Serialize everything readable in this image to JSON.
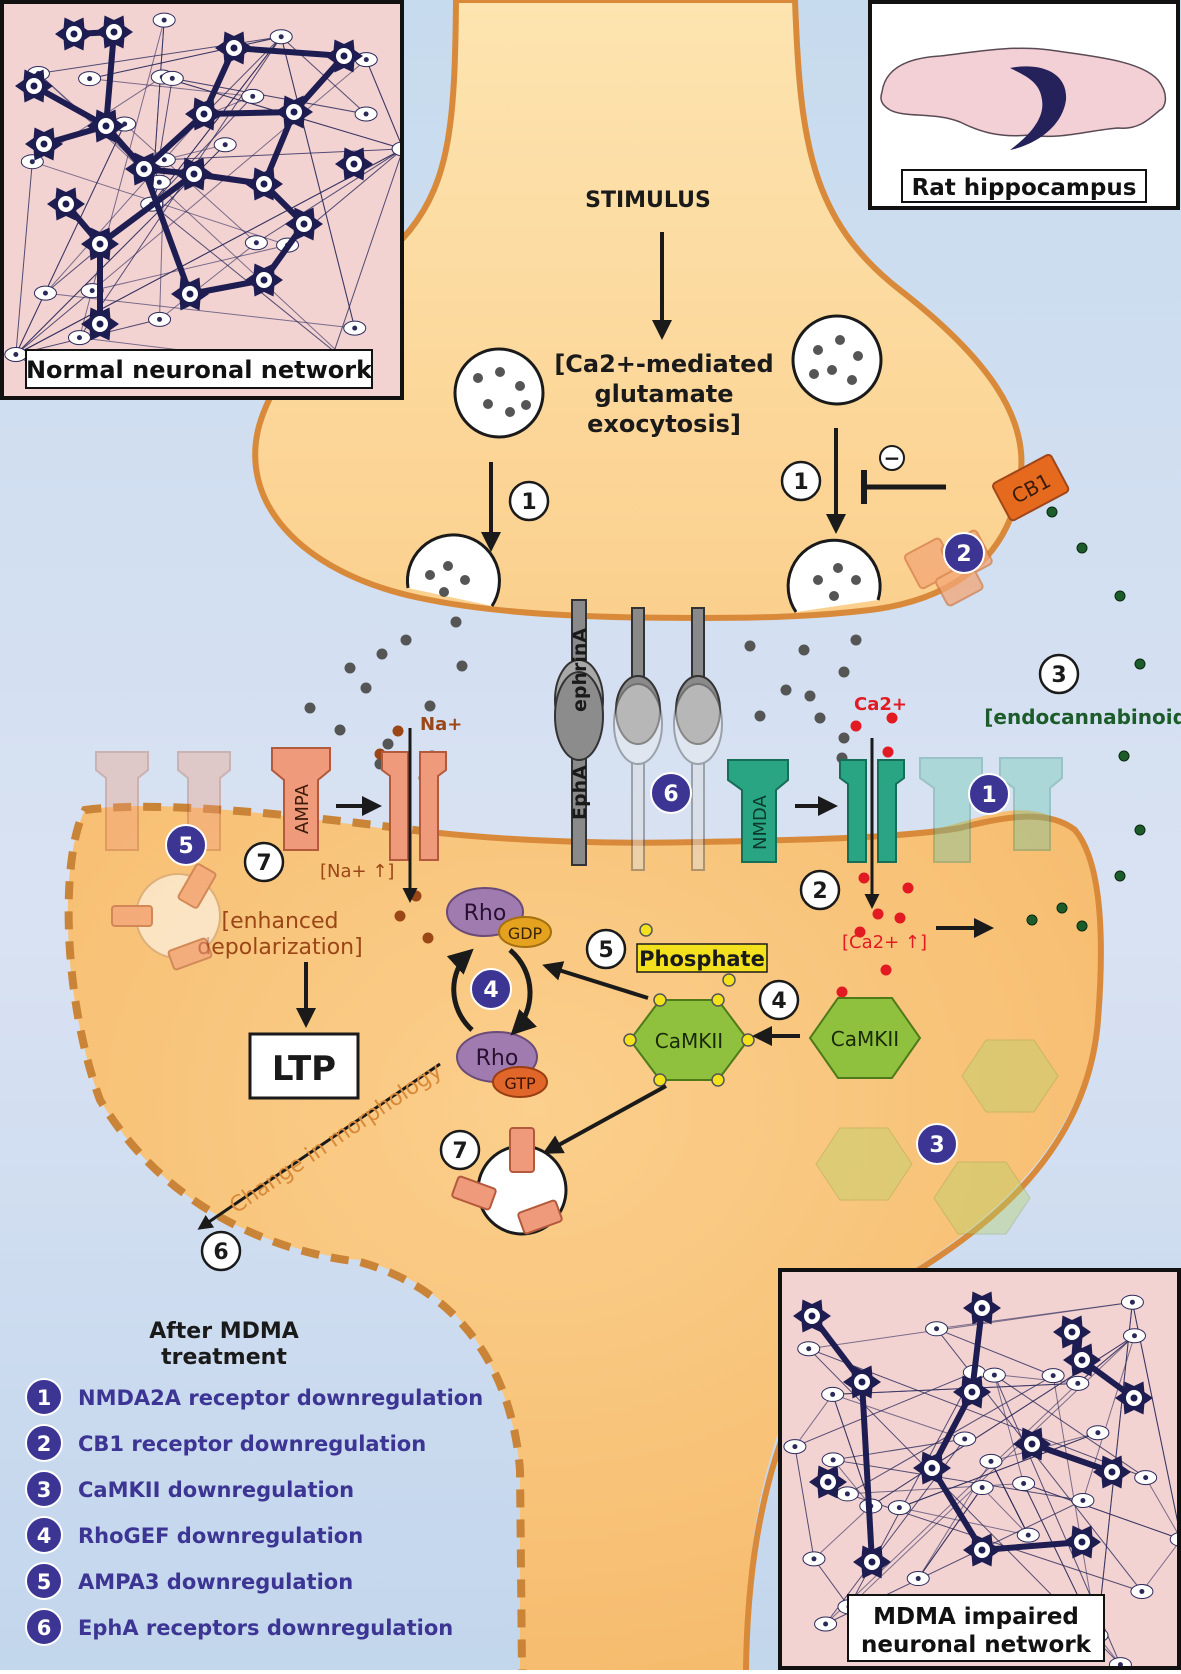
{
  "insets": {
    "normal_label": "Normal neuronal network",
    "rat_label": "Rat hippocampus",
    "mdma_label_line1": "MDMA impaired",
    "mdma_label_line2": "neuronal network"
  },
  "presynaptic": {
    "stimulus": "STIMULUS",
    "exocytosis_line1": "[Ca2+-mediated",
    "exocytosis_line2": "glutamate",
    "exocytosis_line3": "exocytosis]",
    "cb1": "CB1",
    "inhibit_sign": "−",
    "endocannabinoids": "[endocannabinoids ↑]"
  },
  "receptors": {
    "ampa": "AMPA",
    "nmda": "NMDA",
    "epha": "EphA",
    "ephrina": "ephrinA"
  },
  "ions": {
    "na": "Na+",
    "ca": "Ca2+",
    "na_up": "[Na+ ↑]",
    "ca_up": "[Ca2+ ↑]"
  },
  "postsynaptic": {
    "depol_line1": "[enhanced",
    "depol_line2": "depolarization]",
    "ltp": "LTP",
    "rho": "Rho",
    "gdp": "GDP",
    "gtp": "GTP",
    "phosphate": "Phosphate",
    "camkii": "CaMKII",
    "morphology": "Change in morphology"
  },
  "steps_white": [
    "1",
    "2",
    "3",
    "4",
    "5",
    "6",
    "7"
  ],
  "steps_purple": [
    "1",
    "2",
    "3",
    "4",
    "5",
    "6"
  ],
  "legend": {
    "title_line1": "After MDMA",
    "title_line2": "treatment",
    "items": [
      {
        "num": "1",
        "text": "NMDA2A receptor downregulation"
      },
      {
        "num": "2",
        "text": "CB1 receptor downregulation"
      },
      {
        "num": "3",
        "text": "CaMKII downregulation"
      },
      {
        "num": "4",
        "text": "RhoGEF downregulation"
      },
      {
        "num": "5",
        "text": "AMPA3 downregulation"
      },
      {
        "num": "6",
        "text": "EphA receptors downregulation"
      }
    ]
  },
  "colors": {
    "background": "#c9dcef",
    "presynaptic_fill": "#fcdca0",
    "postsynaptic_fill": "#f8c47c",
    "membrane": "#d88a3a",
    "purple": "#3d3594",
    "navy": "#1e1d52",
    "inset_pink": "#f3d2d2",
    "ampa": "#f09a7c",
    "nmda": "#2aa584",
    "camkii": "#8fc13e",
    "rho": "#a07bb0",
    "gdp": "#e4a21f",
    "gtp": "#e0662a",
    "cb1": "#e66a1e",
    "calcium": "#e21b22",
    "sodium": "#9b4617",
    "endocannabinoid": "#1c5c2a",
    "phosphate": "#f2e11c"
  }
}
